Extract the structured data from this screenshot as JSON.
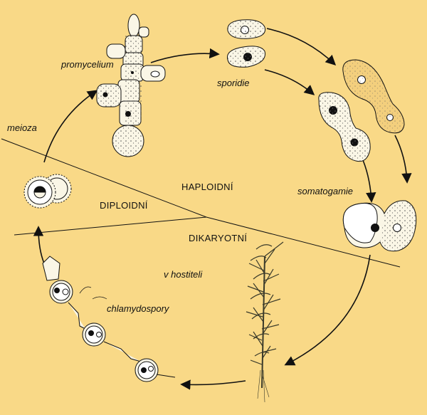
{
  "labels": {
    "promycelium": "promycelium",
    "sporidie": "sporidie",
    "meioza": "meioza",
    "haploidni": "HAPLOIDNÍ",
    "diploidni": "DIPLOIDNÍ",
    "somatogamie": "somatogamie",
    "dikaryotni": "DIKARYOTNÍ",
    "v_hostiteli": "v hostiteli",
    "chlamydospory": "chlamydospory"
  },
  "colors": {
    "background": "#f9d987",
    "cell_fill": "#faf6e6",
    "ink": "#111111",
    "plant": "#3a3a2a"
  }
}
